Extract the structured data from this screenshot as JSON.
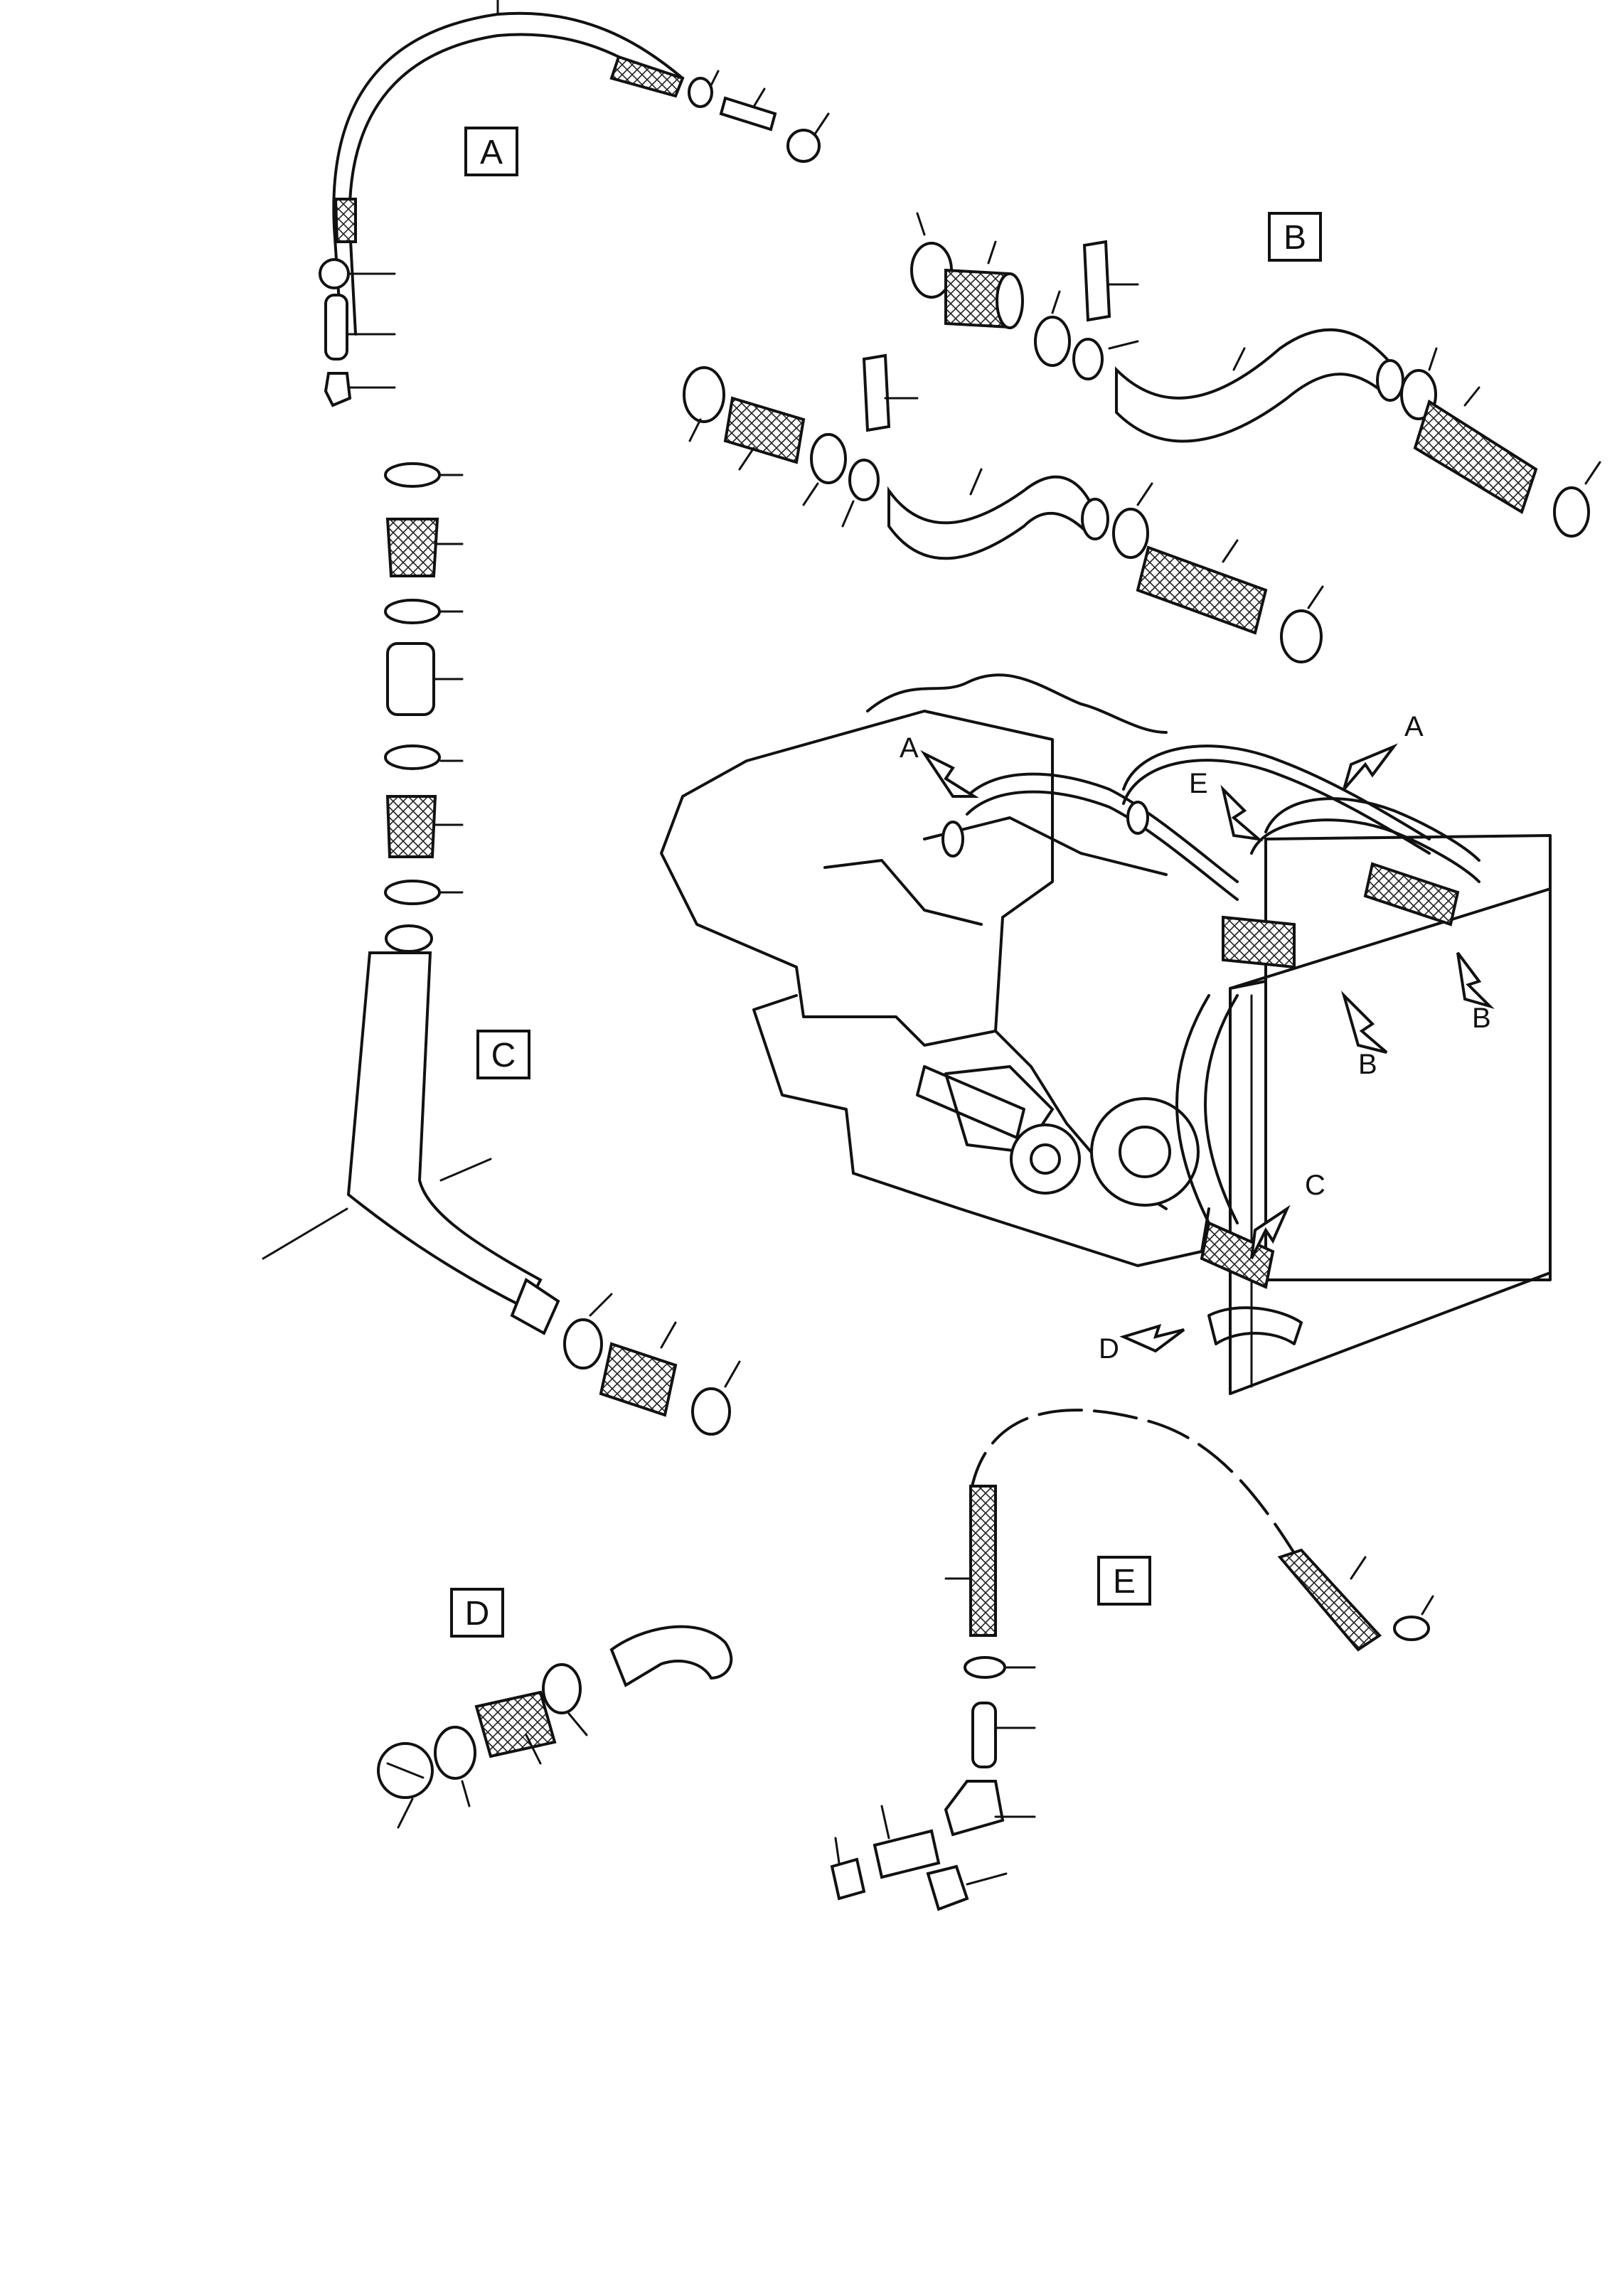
{
  "groups": [
    {
      "id": "A",
      "label": "A"
    },
    {
      "id": "B",
      "label": "B"
    },
    {
      "id": "C",
      "label": "C"
    },
    {
      "id": "D",
      "label": "D"
    },
    {
      "id": "E",
      "label": "E"
    }
  ],
  "callouts": [
    {
      "label": "A"
    },
    {
      "label": "A"
    },
    {
      "label": "E"
    },
    {
      "label": "B"
    },
    {
      "label": "B"
    },
    {
      "label": "C"
    },
    {
      "label": "D"
    }
  ],
  "icons": {
    "arrow": "hollow-arrow-icon",
    "clamp": "hose-clamp-icon"
  }
}
